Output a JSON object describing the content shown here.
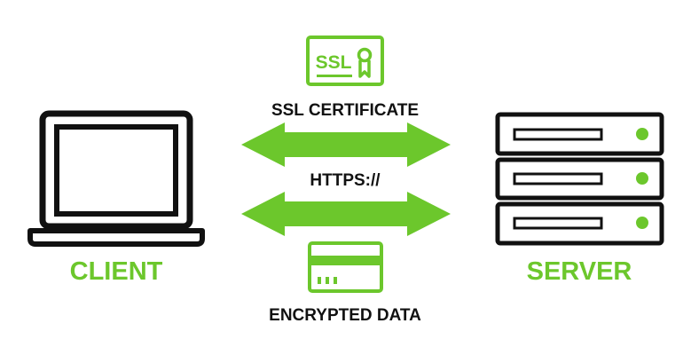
{
  "colors": {
    "accent": "#6cc72c",
    "outline": "#111111",
    "background": "#ffffff"
  },
  "client": {
    "label": "CLIENT",
    "icon": "laptop-icon"
  },
  "server": {
    "label": "SERVER",
    "icon": "server-rack-icon",
    "unit_count": 3
  },
  "certificate": {
    "badge_text": "SSL",
    "label": "SSL CERTIFICATE",
    "icon": "ssl-certificate-icon"
  },
  "protocol": {
    "label": "HTTPS://"
  },
  "data": {
    "label": "ENCRYPTED DATA",
    "icon": "credit-card-icon"
  },
  "arrows": [
    {
      "name": "top-double-arrow",
      "direction": "bidirectional"
    },
    {
      "name": "bottom-double-arrow",
      "direction": "bidirectional"
    }
  ]
}
